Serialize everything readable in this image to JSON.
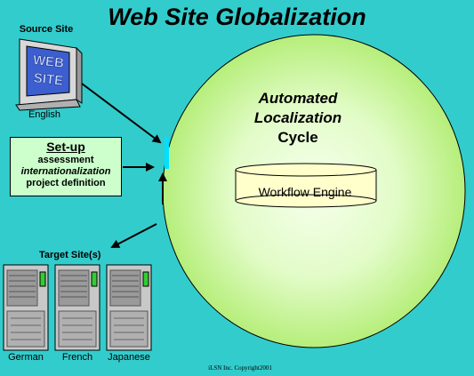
{
  "title": "Web Site Globalization",
  "source": {
    "label": "Source Site",
    "screen_text_1": "WEB",
    "screen_text_2": "SITE",
    "language": "English"
  },
  "setup": {
    "heading": "Set-up",
    "lines": [
      "assessment",
      "internationalization",
      "project definition"
    ]
  },
  "cycle": {
    "line1": "Automated",
    "line2": "Localization",
    "line3": "Cycle"
  },
  "engine": {
    "label": "Workflow Engine"
  },
  "targets": {
    "label": "Target Site(s)",
    "servers": [
      "German",
      "French",
      "Japanese"
    ]
  },
  "copyright": "iLSN Inc. Copyright2001",
  "colors": {
    "background": "#33cccc",
    "sphere_center": "#f4ffe6",
    "sphere_edge": "#b8f07a",
    "setup_box": "#ccffcc",
    "engine": "#ffffcc"
  }
}
